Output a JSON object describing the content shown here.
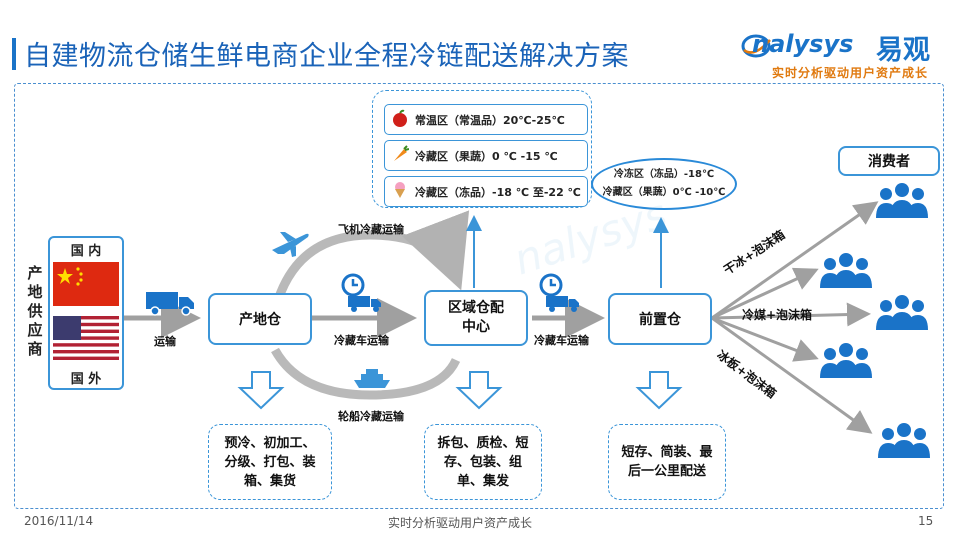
{
  "header": {
    "title": "自建物流仓储生鲜电商企业全程冷链配送解决方案",
    "logo_en": "nalysys",
    "logo_cn": "易观",
    "logo_tagline": "实时分析驱动用户资产成长"
  },
  "supplier": {
    "label": "产地供应商",
    "domestic": "国 内",
    "foreign": "国 外"
  },
  "transport": {
    "truck": "运输",
    "air": "飞机冷藏运输",
    "cold_truck_1": "冷藏车运输",
    "sea": "轮船冷藏运输",
    "cold_truck_2": "冷藏车运输"
  },
  "nodes": {
    "origin": "产地仓",
    "regional_line1": "区域仓配",
    "regional_line2": "中心",
    "front": "前置仓",
    "consumer": "消费者"
  },
  "regional_zones": [
    {
      "icon": "apple-icon",
      "text": "常温区（常温品）20℃-25℃"
    },
    {
      "icon": "carrot-icon",
      "text": "冷藏区（果蔬）0 ℃ -15 ℃"
    },
    {
      "icon": "icecream-icon",
      "text": "冷藏区（冻品）-18 ℃ 至-22 ℃"
    }
  ],
  "front_zones": [
    "冷冻区（冻品）-18℃",
    "冷藏区（果蔬）0℃ -10℃"
  ],
  "delivery_methods": [
    "干冰+泡沫箱",
    "冷媒+泡沫箱",
    "冰板+泡沫箱"
  ],
  "functions": {
    "origin": "预冷、初加工、分级、打包、装箱、集货",
    "regional": "拆包、质检、短存、包装、组单、集发",
    "front": "短存、简装、最后一公里配送"
  },
  "footer": {
    "date": "2016/11/14",
    "tagline": "实时分析驱动用户资产成长",
    "page": "15"
  },
  "colors": {
    "accent": "#1a73c8",
    "border": "#3b95d8",
    "arrow_gray": "#a0a0a0",
    "orange": "#e07a10"
  }
}
